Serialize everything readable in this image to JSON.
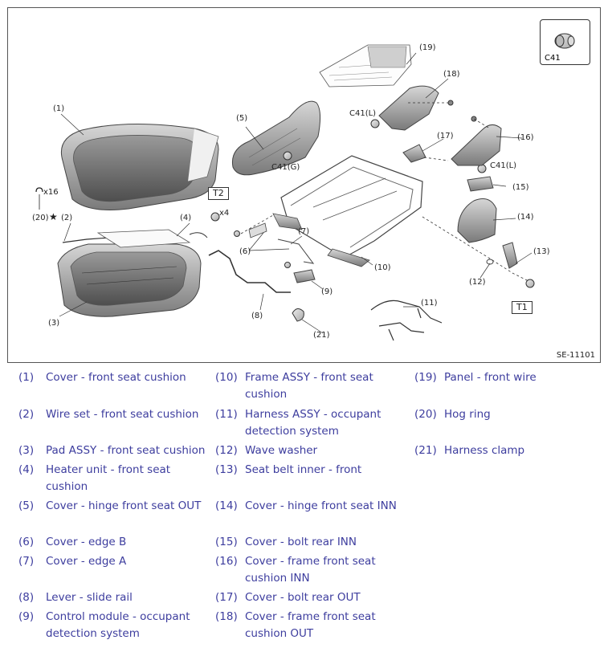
{
  "figure": {
    "id": "SE-11101",
    "callouts": {
      "c1": "(1)",
      "c2": "(2)",
      "c3": "(3)",
      "c4": "(4)",
      "c5": "(5)",
      "c6": "(6)",
      "c7": "(7)",
      "c8": "(8)",
      "c9": "(9)",
      "c10": "(10)",
      "c11": "(11)",
      "c12": "(12)",
      "c13": "(13)",
      "c14": "(14)",
      "c15": "(15)",
      "c16": "(16)",
      "c17": "(17)",
      "c18": "(18)",
      "c19": "(19)",
      "c20": "(20)",
      "c21": "(21)"
    },
    "star": "★",
    "x16": "x16",
    "x4": "x4",
    "t1": "T1",
    "t2": "T2",
    "c41": "C41",
    "c41_g": "C41(G)",
    "c41_l_a": "C41(L)",
    "c41_l_b": "C41(L)"
  },
  "legend": [
    {
      "num": "(1)",
      "text": "Cover - front seat cushion"
    },
    {
      "num": "(2)",
      "text": "Wire set - front seat cushion"
    },
    {
      "num": "(3)",
      "text": "Pad ASSY - front seat cushion"
    },
    {
      "num": "(4)",
      "text": "Heater unit - front seat cushion"
    },
    {
      "num": "(5)",
      "text": "Cover - hinge front seat OUT"
    },
    {
      "num": "(6)",
      "text": "Cover - edge B"
    },
    {
      "num": "(7)",
      "text": "Cover - edge A"
    },
    {
      "num": "(8)",
      "text": "Lever - slide rail"
    },
    {
      "num": "(9)",
      "text": "Control module - occupant detection system"
    },
    {
      "num": "(10)",
      "text": "Frame ASSY - front seat cushion"
    },
    {
      "num": "(11)",
      "text": "Harness ASSY - occupant detection system"
    },
    {
      "num": "(12)",
      "text": "Wave washer"
    },
    {
      "num": "(13)",
      "text": "Seat belt inner - front"
    },
    {
      "num": "(14)",
      "text": "Cover - hinge front seat INN"
    },
    {
      "num": "(15)",
      "text": "Cover - bolt rear INN"
    },
    {
      "num": "(16)",
      "text": "Cover - frame front seat cushion INN"
    },
    {
      "num": "(17)",
      "text": "Cover - bolt rear OUT"
    },
    {
      "num": "(18)",
      "text": "Cover - frame front seat cushion OUT"
    },
    {
      "num": "(19)",
      "text": "Panel - front wire"
    },
    {
      "num": "(20)",
      "text": "Hog ring"
    },
    {
      "num": "(21)",
      "text": "Harness clamp"
    }
  ]
}
